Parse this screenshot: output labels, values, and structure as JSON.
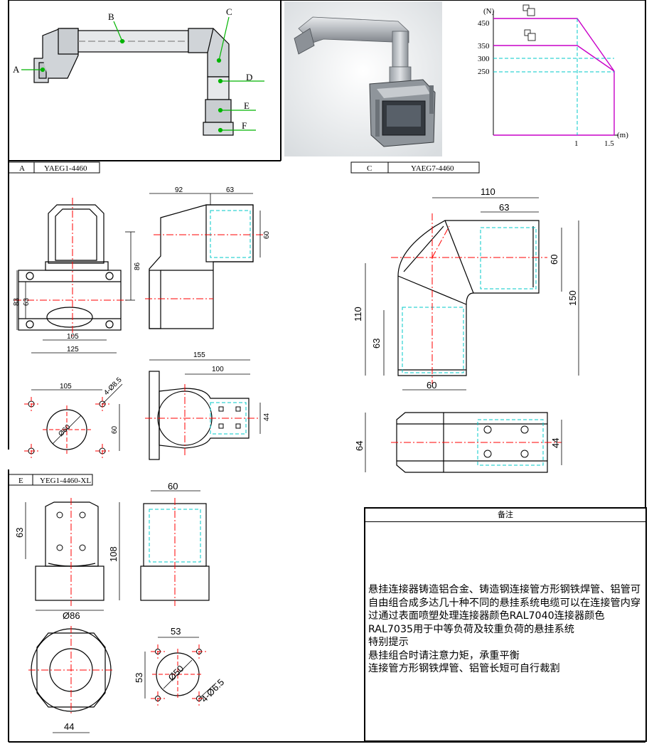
{
  "overview": {
    "callouts": [
      "A",
      "B",
      "C",
      "D",
      "E",
      "F"
    ]
  },
  "load_chart": {
    "y_unit": "(N)",
    "x_unit": "(m)",
    "y_ticks": [
      "450",
      "350",
      "300",
      "250"
    ],
    "x_ticks": [
      "1",
      "1.5"
    ]
  },
  "sections": [
    {
      "letter": "A",
      "model": "YAEG1-4460"
    },
    {
      "letter": "C",
      "model": "YAEG7-4460"
    },
    {
      "letter": "E",
      "model": "YEG1-4460-XL"
    }
  ],
  "dims_a": {
    "top_width": "92",
    "top_right": "63",
    "side_height": "86",
    "side_right": "60",
    "left_outer": "83",
    "left_inner": "63",
    "base_inner": "105",
    "base_outer": "125",
    "plan_width": "155",
    "plan_inner": "100",
    "plan_height": "44",
    "hole_span": "105",
    "hole_diam": "4-Ø8.5",
    "bore": "Ø60",
    "hole_vert": "60"
  },
  "dims_c": {
    "top": "110",
    "top_inner": "63",
    "right_inner": "60",
    "right_outer": "150",
    "left_outer": "110",
    "left_inner": "63",
    "bottom": "60",
    "side_height": "64",
    "side_right": "44"
  },
  "dims_e": {
    "left_height": "63",
    "front_width": "60",
    "right_height": "108",
    "base_diam": "Ø86",
    "bottom_width": "44",
    "hole_span": "53",
    "hole_vert": "53",
    "bore": "Ø50",
    "hole_diam": "4-Ø6.5"
  },
  "notes": {
    "title": "备注",
    "lines": [
      "悬挂连接器铸造铝合金、铸造钢连接管方形钢铁焊管、铝管可自由组合成多达几十种不同的悬挂系统电缆可以在连接管内穿过通过表面喷塑处理连接器颜色RAL7040连接器颜色RAL7035用于中等负荷及较重负荷的悬挂系统",
      "特别提示",
      "悬挂组合时请注意力矩，承重平衡",
      "连接管方形钢铁焊管、铝管长短可自行裁割"
    ]
  },
  "colors": {
    "line": "#000000",
    "center": "#ff0000",
    "hidden": "#00cccc",
    "leader": "#00b400",
    "curve": "#c800c8"
  }
}
